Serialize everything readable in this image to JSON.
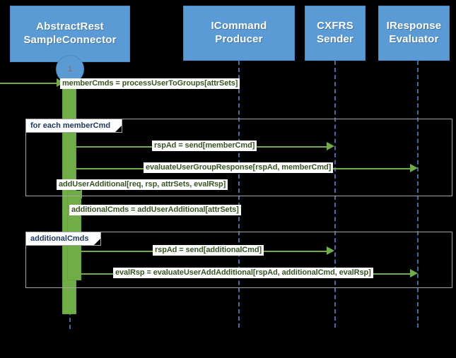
{
  "diagram": {
    "type": "uml-sequence-diagram",
    "background_color": "#000000",
    "participant_color": "#5B9BD5",
    "activation_color": "#70AD47",
    "message_color": "#70AD47",
    "lifeline_color": "#3C6FA5",
    "fragment_border_color": "#A6A6A6"
  },
  "participants": [
    {
      "id": "connector",
      "line1": "AbstractRest",
      "line2": "SampleConnector"
    },
    {
      "id": "producer",
      "line1": "ICommand",
      "line2": "Producer"
    },
    {
      "id": "sender",
      "line1": "CXFRS",
      "line2": "Sender"
    },
    {
      "id": "evaluator",
      "line1": "IResponse",
      "line2": "Evaluator"
    }
  ],
  "start_marker": {
    "label": "1"
  },
  "messages": [
    {
      "id": "m1",
      "label": "memberCmds = processUserToGroups[attrSets]",
      "from": "external",
      "to": "connector"
    },
    {
      "id": "m2",
      "label": "rspAd = send[memberCmd]",
      "from": "connector",
      "to": "sender"
    },
    {
      "id": "m3",
      "label": "evaluateUserGroupResponse[rspAd, memberCmd]",
      "from": "connector",
      "to": "evaluator"
    },
    {
      "id": "m4",
      "label": "addUserAdditional[req, rsp, attrSets, evalRsp]",
      "from": "connector",
      "to": "connector"
    },
    {
      "id": "m5",
      "label": "additionalCmds = addUserAdditional[attrSets]",
      "from": "connector",
      "to": "connector"
    },
    {
      "id": "m6",
      "label": "rspAd = send[additionalCmd]",
      "from": "connector",
      "to": "sender"
    },
    {
      "id": "m7",
      "label": "evalRsp = evaluateUserAddAdditional[rspAd, additionalCmd, evalRsp]",
      "from": "connector",
      "to": "evaluator"
    }
  ],
  "fragments": [
    {
      "id": "f1",
      "label": "for each memberCmd"
    },
    {
      "id": "f2",
      "label": "additionalCmds"
    }
  ]
}
